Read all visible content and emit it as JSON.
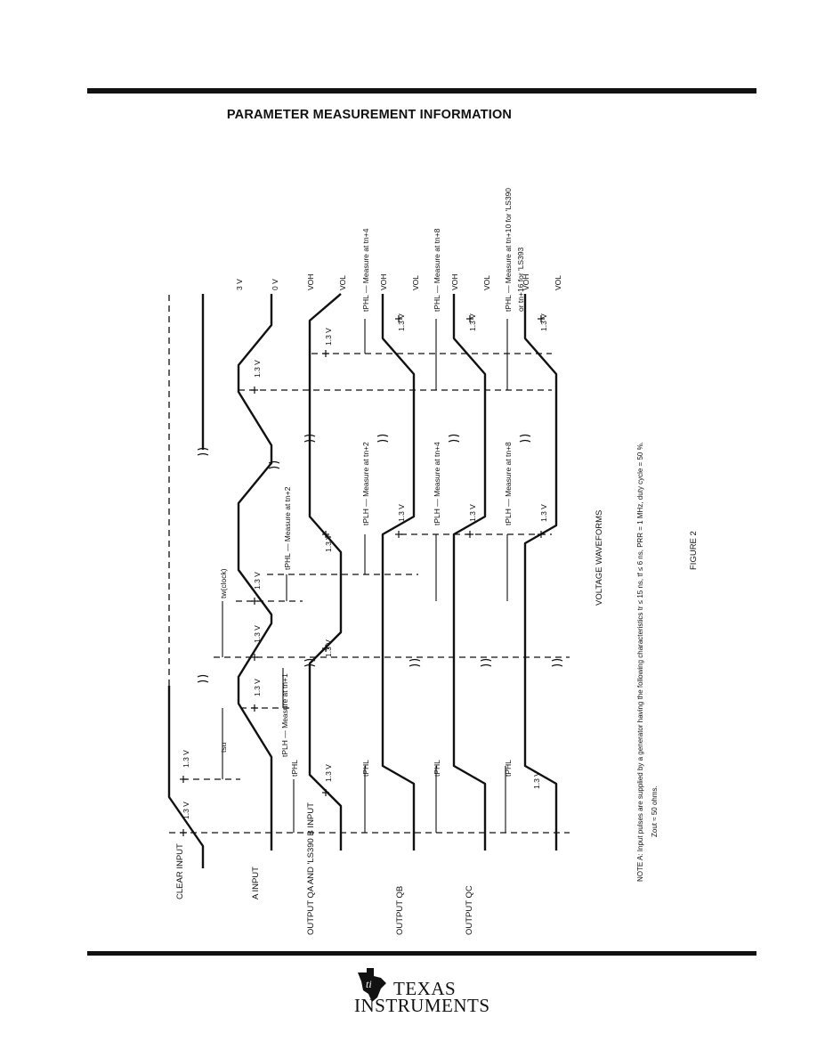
{
  "header": {
    "title": "PARAMETER MEASUREMENT INFORMATION"
  },
  "signals": {
    "clear": "CLEAR INPUT",
    "a": "A INPUT",
    "qa": "OUTPUT QA AND 'LS390 B INPUT",
    "qb": "OUTPUT QB",
    "qc": "OUTPUT QC"
  },
  "levels": {
    "v3": "3 V",
    "v0": "0 V",
    "voh": "VOH",
    "vol": "VOL",
    "v13": "1.3 V"
  },
  "timing": {
    "tsu": "tsu",
    "tw": "tw(clock)",
    "tphl": "tPHL",
    "tplh_first": "tPLH — Measure at tn+1",
    "tphl_n2": "tPHL — Measure at tn+2",
    "tplh_n2": "tPLH — Measure at tn+2",
    "tplh_n4": "tPLH — Measure at tn+4",
    "tplh_n8": "tPLH — Measure at tn+8",
    "tphl_n4": "tPHL — Measure at tn+4",
    "tphl_n8": "tPHL — Measure at tn+8",
    "tphl_n10": "tPHL — Measure at tn+10 for 'LS390",
    "tphl_n16": "or tn+16 for 'LS393"
  },
  "caption": "VOLTAGE WAVEFORMS",
  "note": "NOTE A:  Input pulses are supplied by a generator having the following characteristics tr ≤ 15 ns, tf ≤ 6 ns, PRR = 1 MHz, duty cycle = 50 %.",
  "note2": "Zout ≈ 50 ohms.",
  "figure": "FIGURE 2",
  "logo": {
    "line1": "TEXAS",
    "line2": "INSTRUMENTS"
  }
}
